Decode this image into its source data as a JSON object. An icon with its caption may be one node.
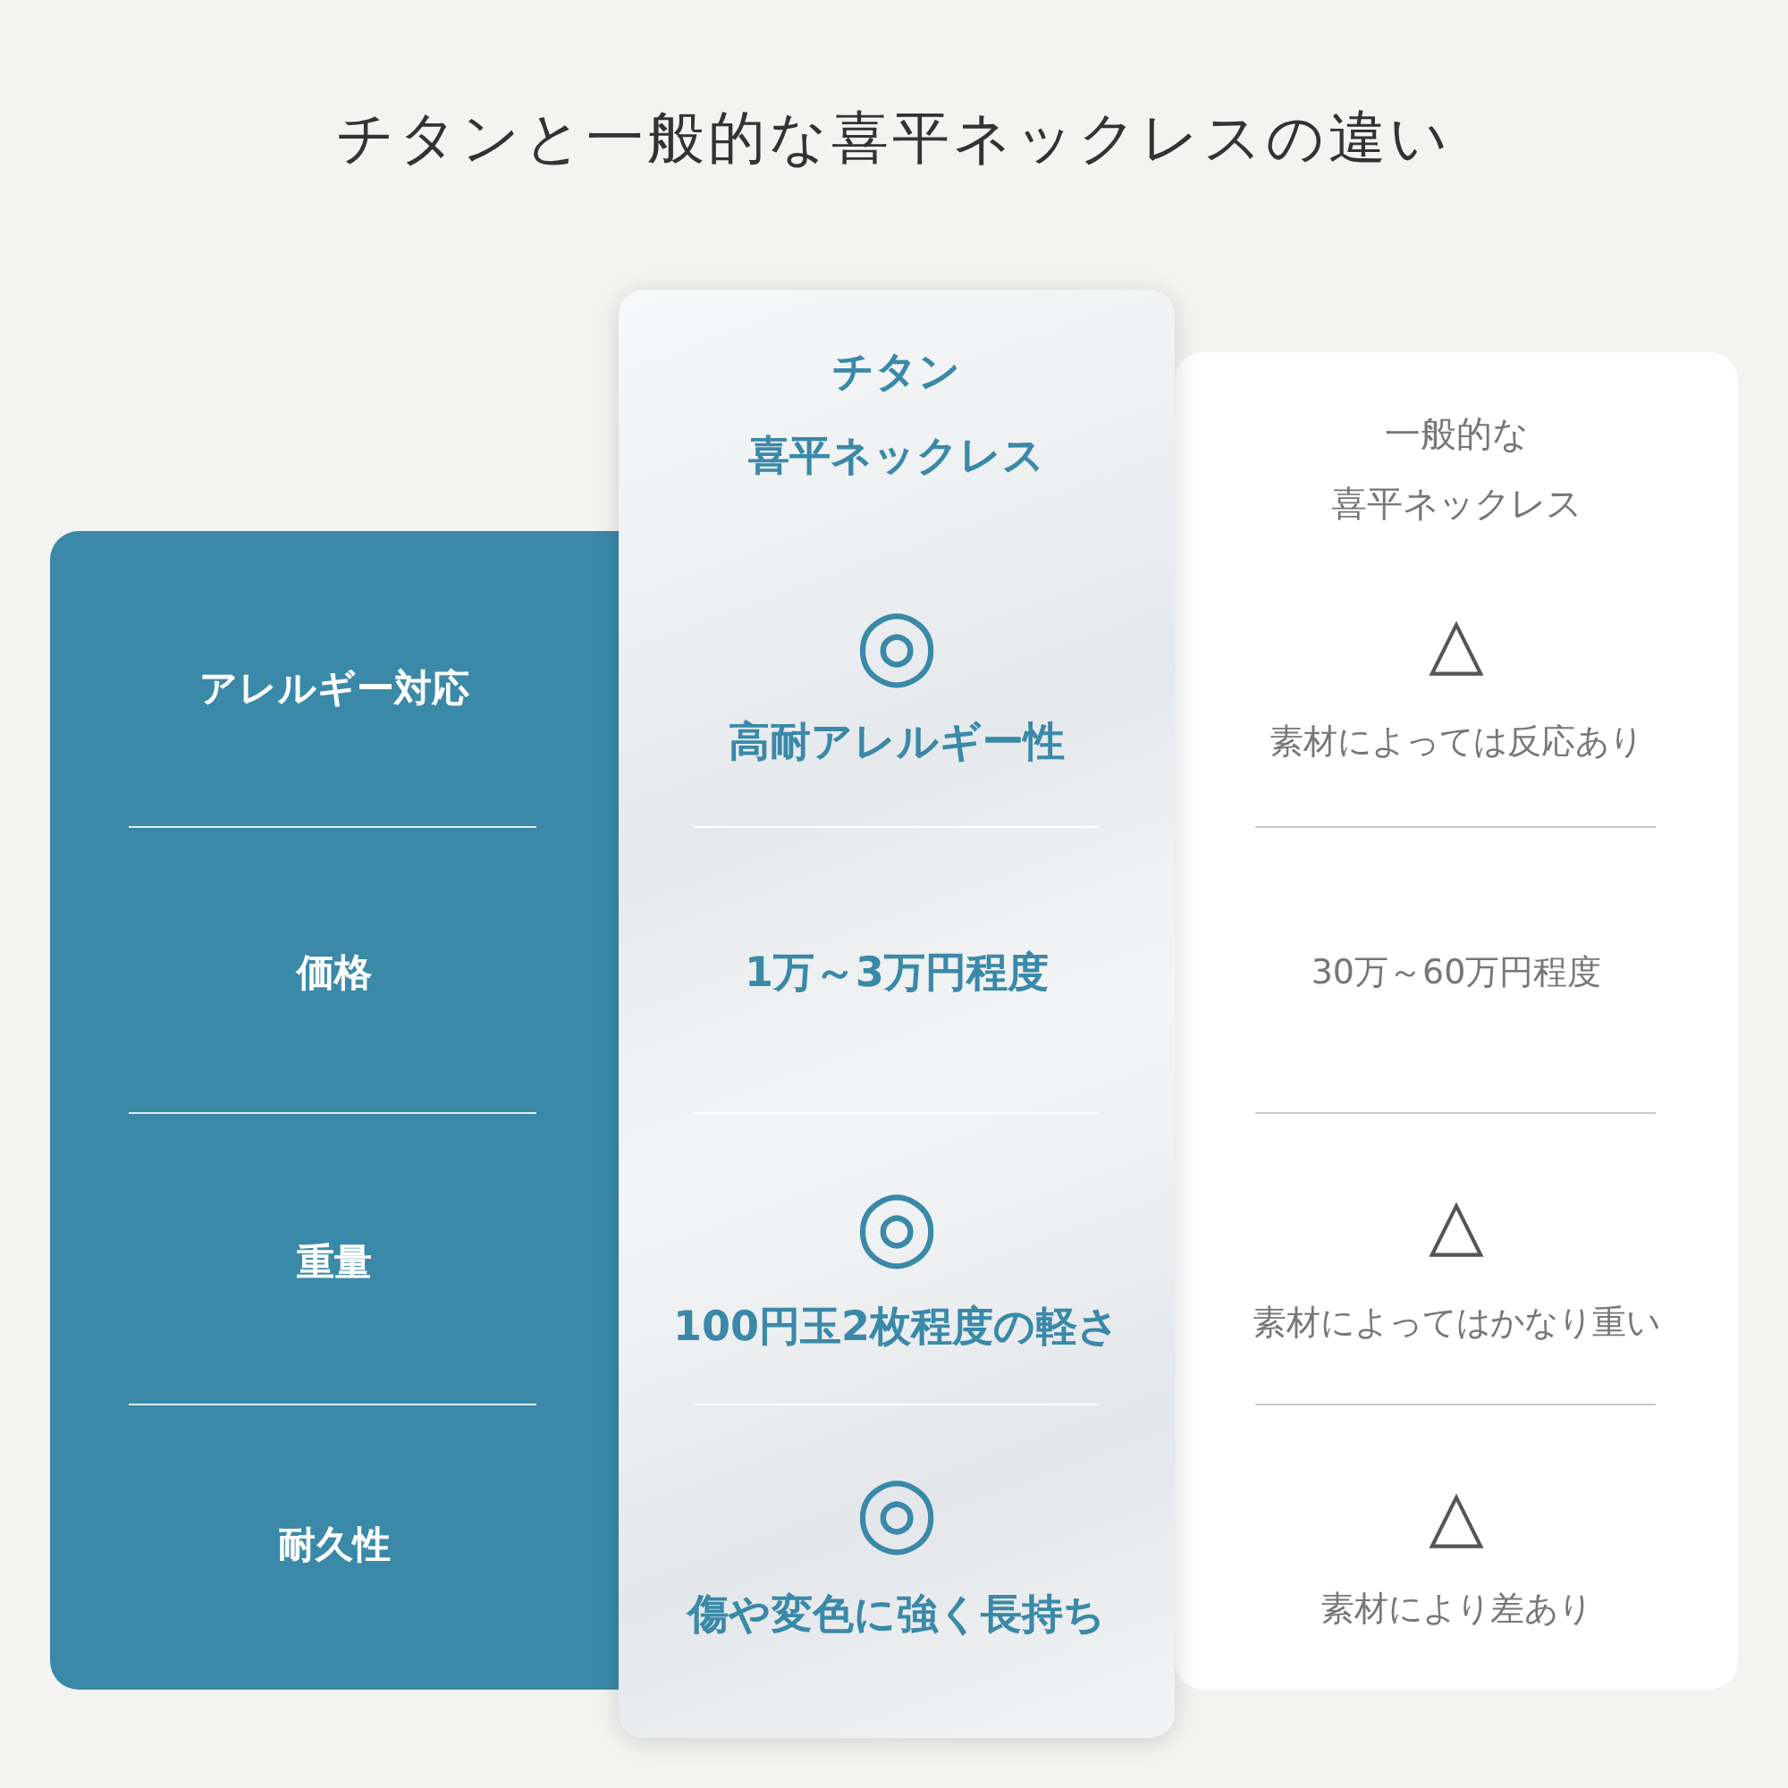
{
  "diagram": {
    "title": "チタンと一般的な喜平ネックレスの違い",
    "nodes": [
      {
        "text": [
          "アレルギー対応",
          "価格",
          "重量",
          "耐久性"
        ]
      },
      {
        "text": [
          "チタン",
          "喜平ネックレス",
          "◎",
          "高耐アレルギー性",
          "1万～3万円程度",
          "◎",
          "100円玉2枚程度の軽さ",
          "◎",
          "傷や変色に強く長持ち"
        ]
      },
      {
        "text": [
          "一般的な",
          "喜平ネックレス",
          "△",
          "素材によっては反応あり",
          "30万～60万円程度",
          "△",
          "素材によってはかなり重い",
          "△",
          "素材により差あり"
        ]
      }
    ]
  }
}
